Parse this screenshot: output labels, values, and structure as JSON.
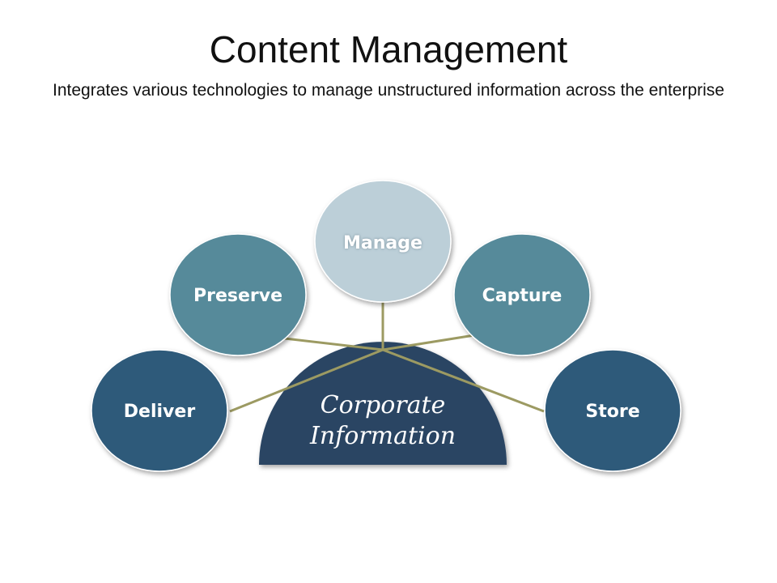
{
  "slide": {
    "title": "Content Management",
    "subtitle": "Integrates various technologies to manage unstructured information across the enterprise"
  },
  "diagram": {
    "center": {
      "line1": "Corporate",
      "line2": "Information",
      "color": "#2a4463"
    },
    "connector_color": "#9c9a62",
    "nodes": [
      {
        "id": "manage",
        "label": "Manage",
        "color": "#bccfd8"
      },
      {
        "id": "preserve",
        "label": "Preserve",
        "color": "#568a9a"
      },
      {
        "id": "capture",
        "label": "Capture",
        "color": "#568a9a"
      },
      {
        "id": "deliver",
        "label": "Deliver",
        "color": "#2e5a7a"
      },
      {
        "id": "store",
        "label": "Store",
        "color": "#2e5a7a"
      }
    ]
  }
}
